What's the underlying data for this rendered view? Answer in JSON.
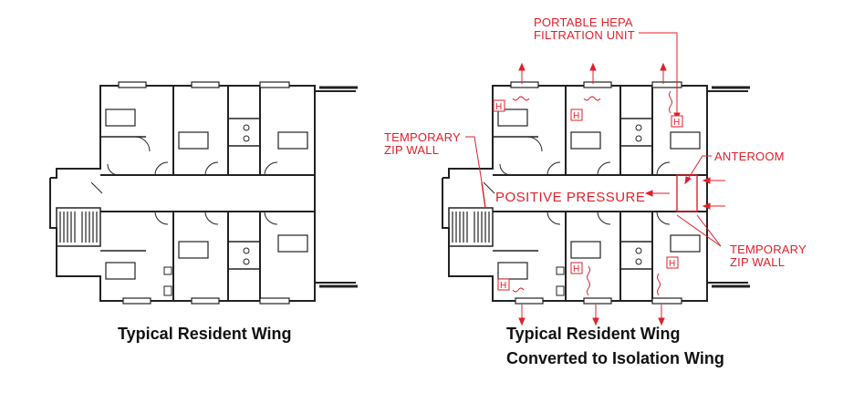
{
  "left_plan": {
    "caption": "Typical Resident Wing"
  },
  "right_plan": {
    "caption_line1": "Typical Resident Wing",
    "caption_line2": "Converted to Isolation Wing",
    "annotations": {
      "hepa_line1": "PORTABLE HEPA",
      "hepa_line2": "FILTRATION UNIT",
      "zipwall_left_line1": "TEMPORARY",
      "zipwall_left_line2": "ZIP WALL",
      "anteroom": "ANTEROOM",
      "positive_pressure": "POSITIVE PRESSURE",
      "zipwall_right_line1": "TEMPORARY",
      "zipwall_right_line2": "ZIP WALL"
    },
    "hepa_marker": "H"
  },
  "colors": {
    "annotation_red": "#e0202a",
    "wall": "#222222",
    "background": "#ffffff"
  }
}
